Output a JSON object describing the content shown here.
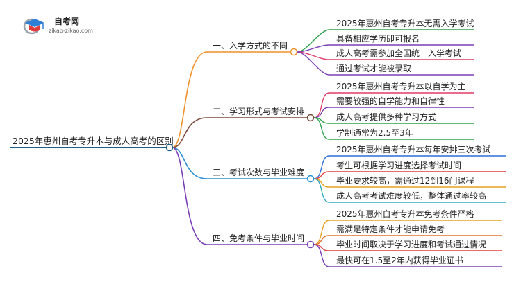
{
  "logo": {
    "name": "自考网",
    "url": "zikao-zikao.com",
    "colors": {
      "blue": "#2f7fd6",
      "red": "#e23b3b",
      "gray": "#9aa3ab"
    }
  },
  "root": {
    "label": "2025年惠州自考专升本与成人高考的区别",
    "color": "#1f5f8b"
  },
  "branches": [
    {
      "label": "一、入学方式的不同",
      "color": "#f0902a",
      "leafColors": [
        "#2aa14a",
        "#7a3fb6",
        "#e23b6a",
        "#7a3fb6"
      ],
      "children": [
        "2025年惠州自考专升本无需入学考试",
        "具备相应学历即可报名",
        "成人高考需参加全国统一入学考试",
        "通过考试才能被录取"
      ]
    },
    {
      "label": "二、学习形式与考试安排",
      "color": "#7a4a3a",
      "leafColors": [
        "#e23b6a",
        "#7a3fb6",
        "#2aa14a",
        "#2aa14a"
      ],
      "children": [
        "2025年惠州自考专升本以自学为主",
        "需要较强的自学能力和自律性",
        "成人高考提供多种学习方式",
        "学制通常为2.5至3年"
      ]
    },
    {
      "label": "三、考试次数与毕业难度",
      "color": "#2a8fd6",
      "leafColors": [
        "#2a6fd6",
        "#e23b3b",
        "#e6a020",
        "#2aa9c0"
      ],
      "children": [
        "2025年惠州自考专升本每年安排三次考试",
        "考生可根据学习进度选择考试时间",
        "毕业要求较高，需通过12到16门课程",
        "成人高考考试难度较低，整体通过率较高"
      ]
    },
    {
      "label": "四、免考条件与毕业时间",
      "color": "#7a3fb6",
      "leafColors": [
        "#e6a020",
        "#e0702a",
        "#e23b3b",
        "#7a3fb6"
      ],
      "children": [
        "2025年惠州自考专升本免考条件严格",
        "需满足特定条件才能申请免考",
        "毕业时间取决于学习进度和考试通过情况",
        "最快可在1.5至2年内获得毕业证书"
      ]
    }
  ]
}
